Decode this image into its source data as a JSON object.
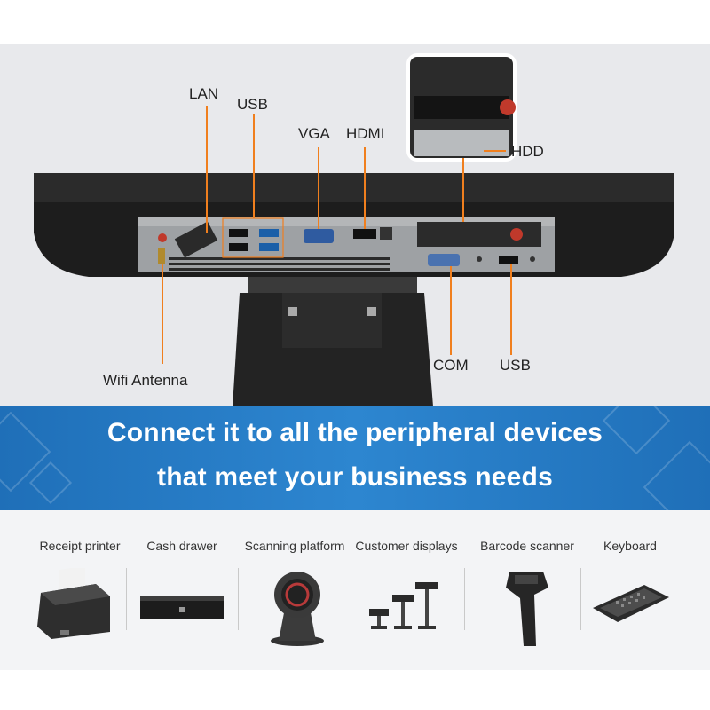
{
  "port_labels": {
    "lan": "LAN",
    "usb_top": "USB",
    "vga": "VGA",
    "hdmi": "HDMI",
    "hdd": "HDD",
    "wifi": "Wifi Antenna",
    "com": "COM",
    "usb_bottom": "USB"
  },
  "banner": {
    "line1": "Connect it to all the peripheral devices",
    "line2": "that meet your business needs"
  },
  "peripherals": [
    {
      "label": "Receipt printer"
    },
    {
      "label": "Cash drawer"
    },
    {
      "label": "Scanning platform"
    },
    {
      "label": "Customer displays"
    },
    {
      "label": "Barcode scanner"
    },
    {
      "label": "Keyboard"
    }
  ],
  "colors": {
    "callout_line": "#f07f1e",
    "banner_blue": "#2478c3"
  }
}
